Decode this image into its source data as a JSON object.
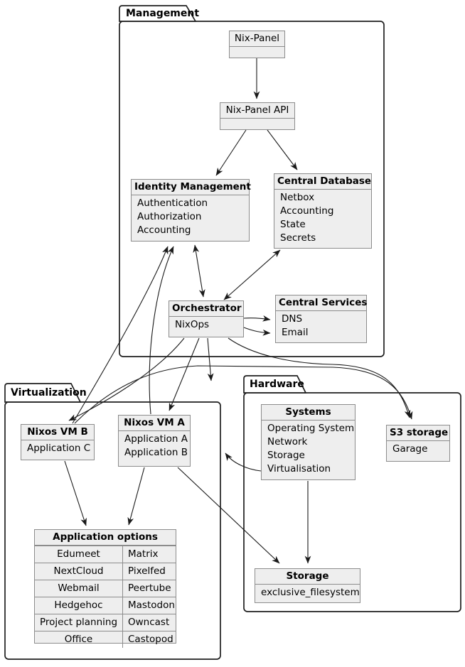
{
  "packages": {
    "management": {
      "label": "Management"
    },
    "virtualization": {
      "label": "Virtualization"
    },
    "hardware": {
      "label": "Hardware"
    }
  },
  "nodes": {
    "nix_panel": {
      "title": "Nix-Panel",
      "rows": []
    },
    "nix_panel_api": {
      "title": "Nix-Panel API",
      "rows": []
    },
    "identity_management": {
      "title": "Identity Management",
      "rows": [
        "Authentication",
        "Authorization",
        "Accounting"
      ]
    },
    "central_database": {
      "title": "Central Database",
      "rows": [
        "Netbox",
        "Accounting",
        "State",
        "Secrets"
      ]
    },
    "orchestrator": {
      "title": "Orchestrator",
      "rows": [
        "NixOps"
      ]
    },
    "central_services": {
      "title": "Central Services",
      "rows": [
        "DNS",
        "Email"
      ]
    },
    "nixos_vm_b": {
      "title": "Nixos VM B",
      "rows": [
        "Application C"
      ]
    },
    "nixos_vm_a": {
      "title": "Nixos VM A",
      "rows": [
        "Application A",
        "Application B"
      ]
    },
    "systems": {
      "title": "Systems",
      "rows": [
        "Operating System",
        "Network",
        "Storage",
        "Virtualisation"
      ]
    },
    "s3_storage": {
      "title": "S3 storage",
      "rows": [
        "Garage"
      ]
    },
    "storage": {
      "title": "Storage",
      "rows": [
        "exclusive_filesystem"
      ]
    },
    "application_options": {
      "title": "Application options",
      "pairs": [
        {
          "key": "Edumeet",
          "val": "Matrix"
        },
        {
          "key": "NextCloud",
          "val": "Pixelfed"
        },
        {
          "key": "Webmail",
          "val": "Peertube"
        },
        {
          "key": "Hedgehoc",
          "val": "Mastodon"
        },
        {
          "key": "Project planning",
          "val": "Owncast"
        },
        {
          "key": "Office",
          "val": "Castopod"
        }
      ]
    }
  },
  "edges": [
    {
      "from": "Nix-Panel",
      "to": "Nix-Panel API",
      "dir": "one-way"
    },
    {
      "from": "Nix-Panel API",
      "to": "Identity Management",
      "dir": "one-way"
    },
    {
      "from": "Nix-Panel API",
      "to": "Central Database",
      "dir": "one-way"
    },
    {
      "from": "Identity Management",
      "to": "Orchestrator",
      "dir": "two-way"
    },
    {
      "from": "Central Database",
      "to": "Orchestrator",
      "dir": "two-way"
    },
    {
      "from": "Orchestrator",
      "to": "DNS",
      "dir": "one-way"
    },
    {
      "from": "Orchestrator",
      "to": "Email",
      "dir": "one-way"
    },
    {
      "from": "Orchestrator",
      "to": "Nixos VM A",
      "dir": "one-way"
    },
    {
      "from": "Orchestrator",
      "to": "Nixos VM B",
      "dir": "one-way"
    },
    {
      "from": "Orchestrator",
      "to": "Virtualization",
      "dir": "one-way"
    },
    {
      "from": "Orchestrator",
      "to": "S3 storage",
      "dir": "one-way"
    },
    {
      "from": "Nixos VM A",
      "to": "Identity Management",
      "dir": "one-way"
    },
    {
      "from": "Nixos VM B",
      "to": "Identity Management",
      "dir": "one-way"
    },
    {
      "from": "Nixos VM B",
      "to": "S3 storage",
      "dir": "one-way"
    },
    {
      "from": "Nixos VM B",
      "to": "Application options",
      "dir": "one-way"
    },
    {
      "from": "Nixos VM A",
      "to": "Application options",
      "dir": "one-way"
    },
    {
      "from": "Nixos VM A",
      "to": "Storage",
      "dir": "one-way"
    },
    {
      "from": "Systems",
      "to": "Storage",
      "dir": "one-way"
    },
    {
      "from": "Systems",
      "to": "Virtualization",
      "dir": "one-way"
    }
  ],
  "colors": {
    "node_fill": "#eeeeee",
    "node_border": "#8c8c8c",
    "package_border": "#1f1f1f",
    "edge": "#1a1a1a",
    "background": "#ffffff"
  }
}
